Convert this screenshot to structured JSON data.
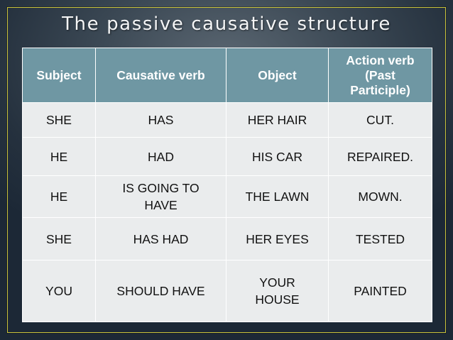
{
  "slide": {
    "title": "The passive causative structure",
    "colors": {
      "background": "#25313e",
      "frame_border": "#c9c23a",
      "header_bg": "#6f97a3",
      "header_text": "#ffffff",
      "cell_bg": "#eaeced",
      "cell_text": "#111111"
    }
  },
  "table": {
    "headers": {
      "subject": "Subject",
      "causative": "Causative verb",
      "object": "Object",
      "action_line1": "Action verb",
      "action_line2": "(Past",
      "action_line3": "Participle)"
    },
    "rows": [
      {
        "subject": "SHE",
        "causative": "HAS",
        "object": "HER HAIR",
        "action": "CUT."
      },
      {
        "subject": "HE",
        "causative": "HAD",
        "object": "HIS CAR",
        "action": "REPAIRED."
      },
      {
        "subject": "HE",
        "causative_line1": "IS GOING TO",
        "causative_line2": "HAVE",
        "object": "THE LAWN",
        "action": "MOWN."
      },
      {
        "subject": "SHE",
        "causative": "HAS HAD",
        "object": "HER EYES",
        "action": "TESTED"
      },
      {
        "subject": "YOU",
        "causative": "SHOULD HAVE",
        "object_line1": "YOUR",
        "object_line2": "HOUSE",
        "action": "PAINTED"
      }
    ]
  }
}
